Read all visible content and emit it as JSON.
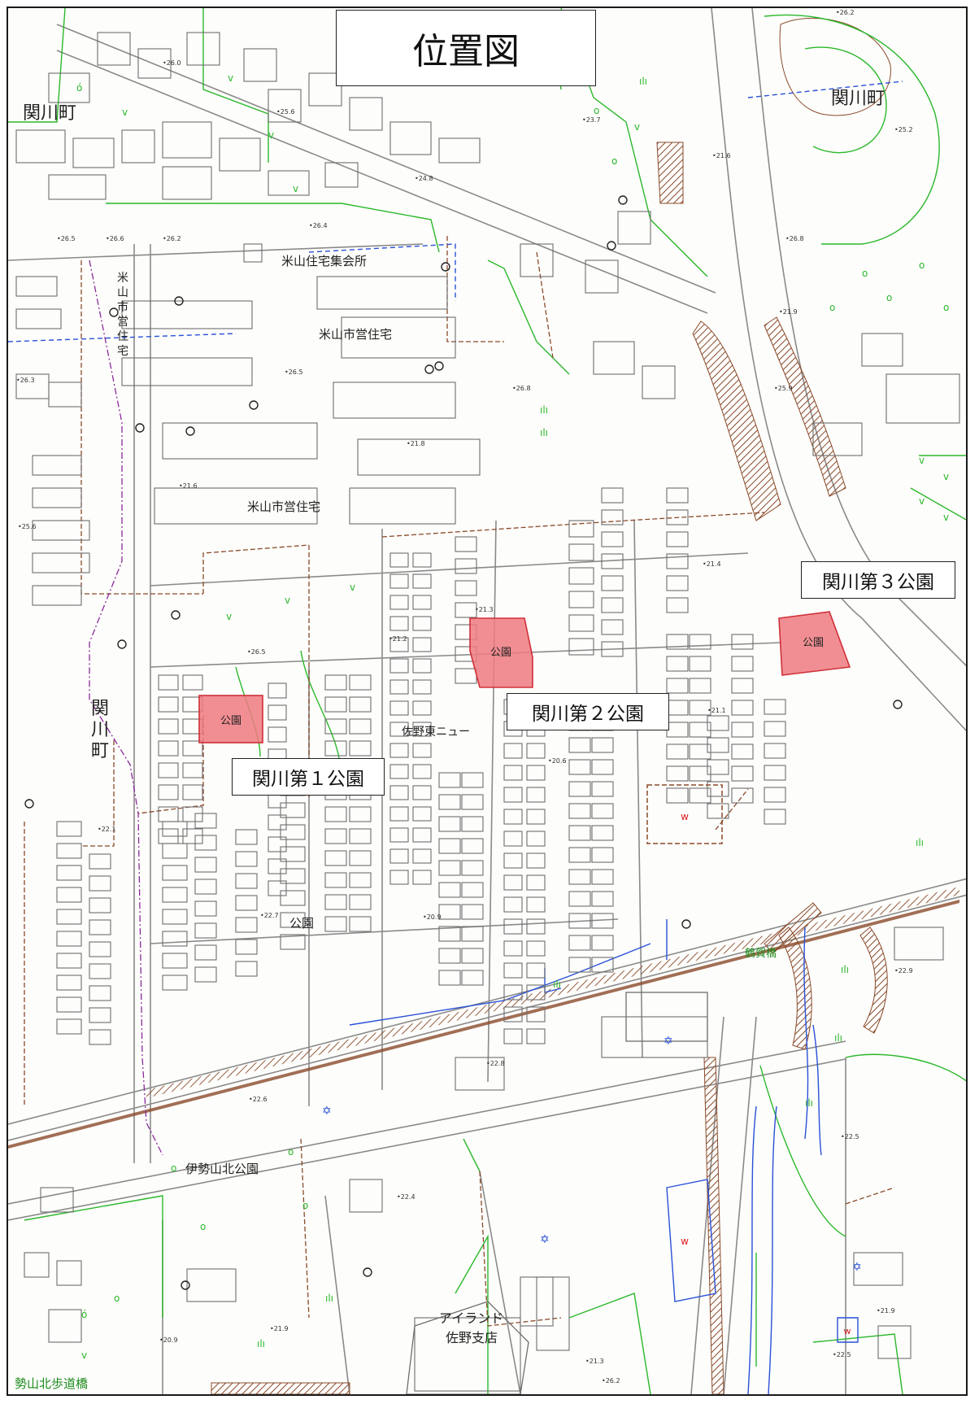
{
  "title": "位置図",
  "callouts": {
    "park1": "関川第１公園",
    "park2": "関川第２公園",
    "park3": "関川第３公園"
  },
  "parks": {
    "park1_label": "公園",
    "park2_label": "公園",
    "park3_label": "公園"
  },
  "place_labels": {
    "sekikawa_nw": "関川町",
    "sekikawa_ne": "関川町",
    "sekikawa_w": "関川町",
    "yoneyama_hall": "米山住宅集会所",
    "yoneyama_city_housing_v": "米山市営住宅",
    "yoneyama_city_housing_1": "米山市営住宅",
    "yoneyama_city_housing_2": "米山市営住宅",
    "sano_higashi": "佐野東ニュー",
    "kouen_small": "公園",
    "iseyama_kita_park": "伊勢山北公園",
    "island_store": "アイランド",
    "island_store_branch": "佐野支店",
    "iseyama_footbridge": "勢山北歩道橋",
    "tsurugabashi": "鶴賀橋",
    "water_w": "w"
  },
  "elevations": [
    "26.0",
    "25.6",
    "23.7",
    "24.8",
    "26.4",
    "26.5",
    "26.2",
    "26.6",
    "26.3",
    "26.8",
    "26.5",
    "21.8",
    "21.6",
    "25.6",
    "21.3",
    "21.2",
    "26.5",
    "21.4",
    "21.1",
    "20.6",
    "22.1",
    "22.7",
    "20.9",
    "22.6",
    "22.8",
    "22.9",
    "22.5",
    "22.4",
    "21.9",
    "21.3",
    "22.5",
    "21.9",
    "20.9",
    "26.2",
    "26.8",
    "25.2",
    "26.2",
    "21.6",
    "21.9",
    "25.9"
  ],
  "colors": {
    "road_line": "#8a8a8a",
    "building_outline": "#6e6e6e",
    "lot_boundary": "#8a4a2a",
    "green_boundary": "#2bb82b",
    "admin_boundary": "#8a2a9a",
    "water_line": "#2a50d8",
    "railway": "#8a4a2a",
    "park_fill": "#ee7a80",
    "park_stroke": "#d03038",
    "highlight_text": "#d81e1e"
  }
}
